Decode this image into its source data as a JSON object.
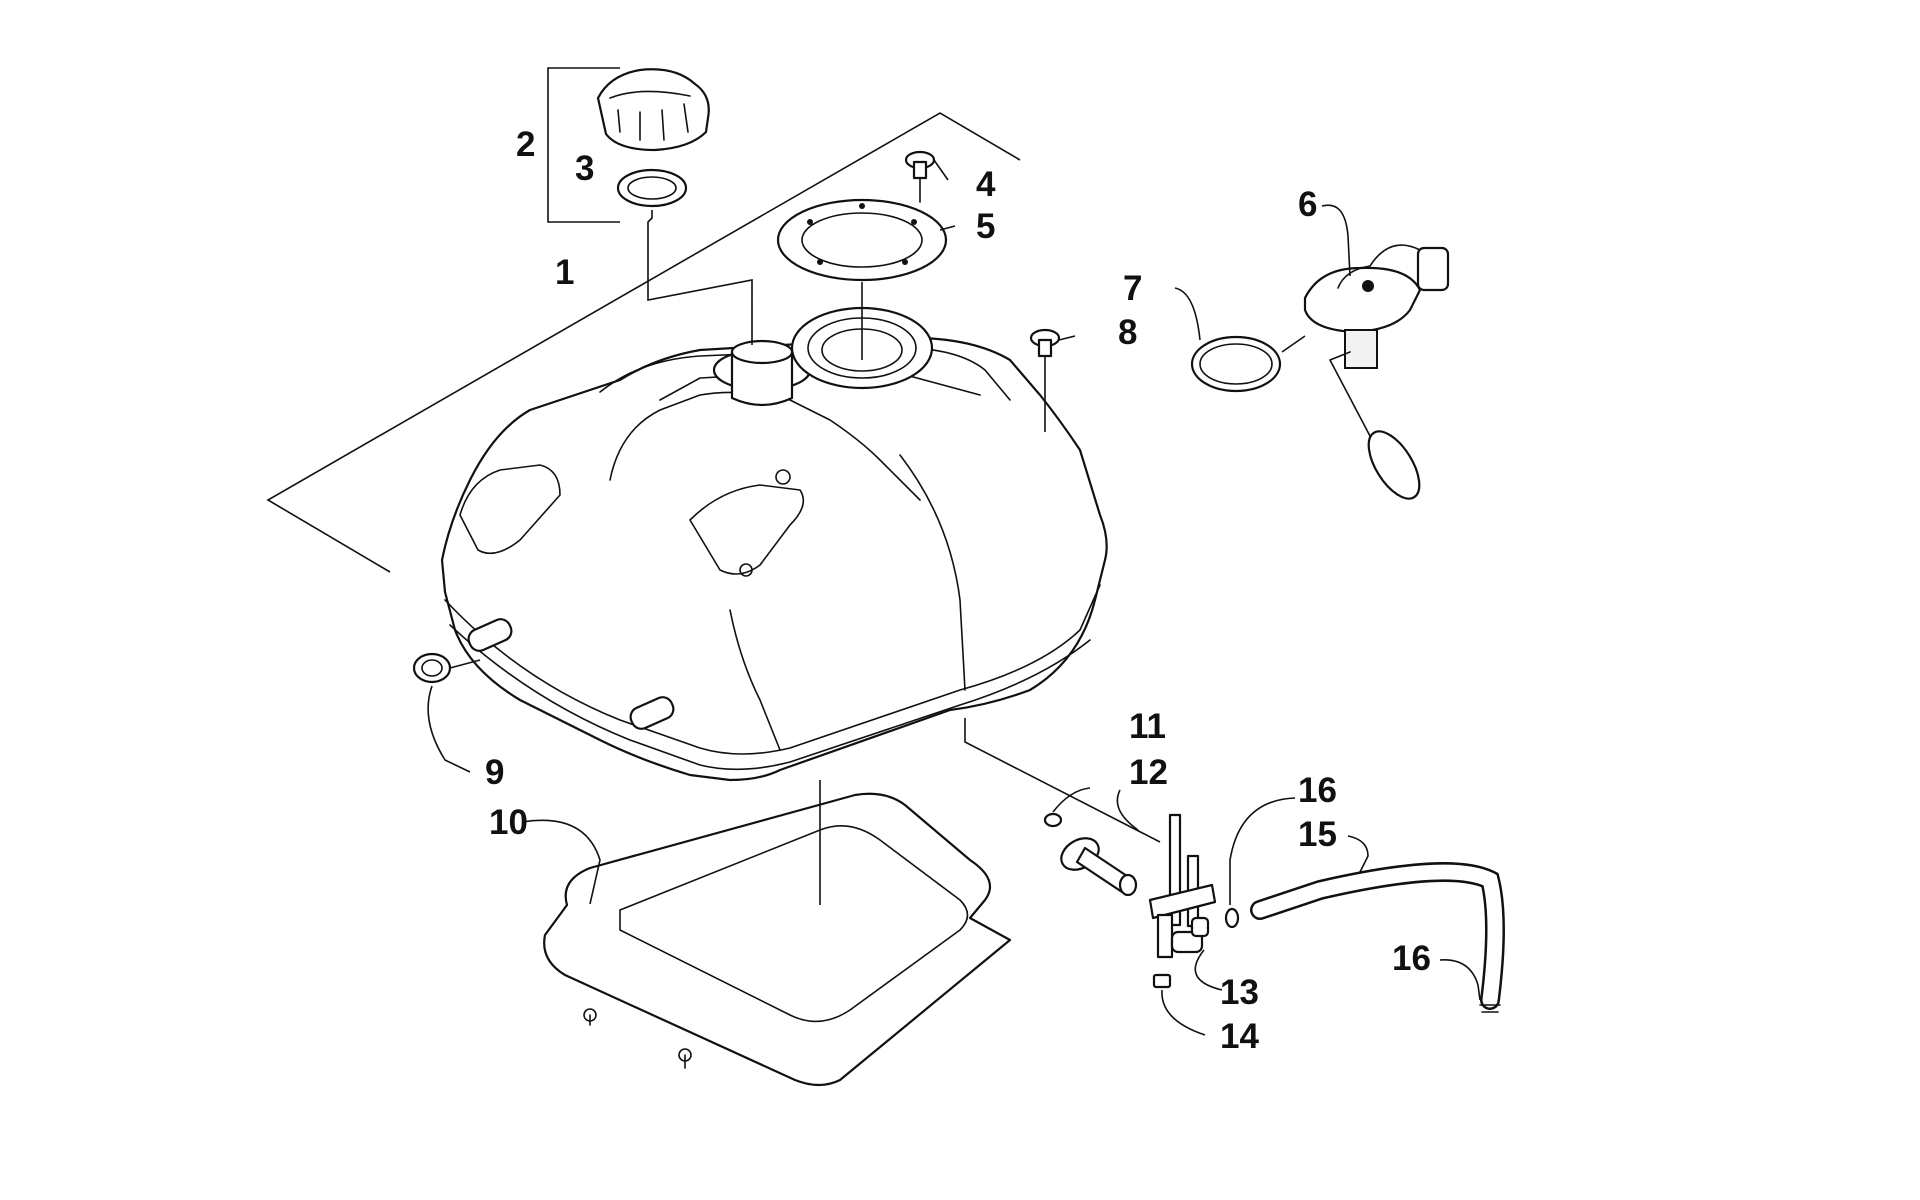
{
  "diagram": {
    "callouts": [
      {
        "id": "callout-1",
        "text": "1"
      },
      {
        "id": "callout-2",
        "text": "2"
      },
      {
        "id": "callout-3",
        "text": "3"
      },
      {
        "id": "callout-4",
        "text": "4"
      },
      {
        "id": "callout-5",
        "text": "5"
      },
      {
        "id": "callout-6",
        "text": "6"
      },
      {
        "id": "callout-7",
        "text": "7"
      },
      {
        "id": "callout-8",
        "text": "8"
      },
      {
        "id": "callout-9",
        "text": "9"
      },
      {
        "id": "callout-10",
        "text": "10"
      },
      {
        "id": "callout-11",
        "text": "11"
      },
      {
        "id": "callout-12",
        "text": "12"
      },
      {
        "id": "callout-13",
        "text": "13"
      },
      {
        "id": "callout-14",
        "text": "14"
      },
      {
        "id": "callout-15",
        "text": "15"
      },
      {
        "id": "callout-16a",
        "text": "16"
      },
      {
        "id": "callout-16b",
        "text": "16"
      }
    ]
  }
}
